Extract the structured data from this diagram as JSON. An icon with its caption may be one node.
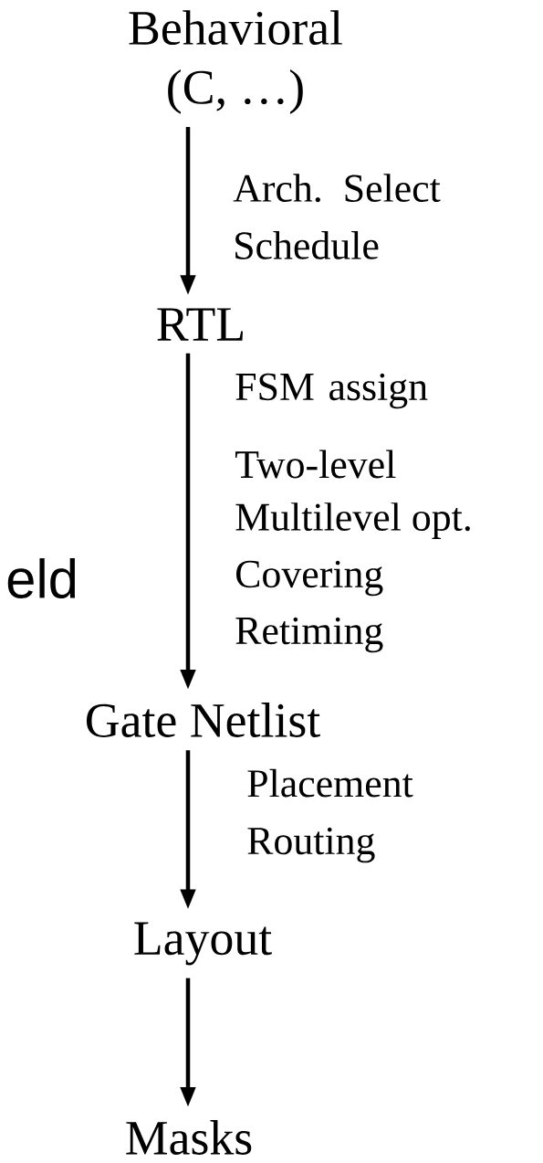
{
  "diagram": {
    "nodes": [
      {
        "text": [
          "Behavioral",
          "(C, …)"
        ]
      },
      {
        "text": [
          "RTL"
        ]
      },
      {
        "text": [
          "Gate Netlist"
        ]
      },
      {
        "text": [
          "Layout"
        ]
      },
      {
        "text": [
          "Masks"
        ]
      }
    ],
    "edges": [
      {
        "from": 0,
        "to": 1,
        "arrow": "to",
        "label": "Arch. Select Schedule"
      },
      {
        "from": 1,
        "to": 2,
        "arrow": "to",
        "label": "FSM assign"
      },
      {
        "from": 2,
        "to": 3,
        "arrow": "to",
        "label": "Placement Routing"
      },
      {
        "from": 3,
        "to": 4,
        "arrow": "to"
      }
    ],
    "labels": [
      "Two-level",
      "Multilevel opt.",
      "Covering",
      "Retiming",
      "eld"
    ]
  }
}
